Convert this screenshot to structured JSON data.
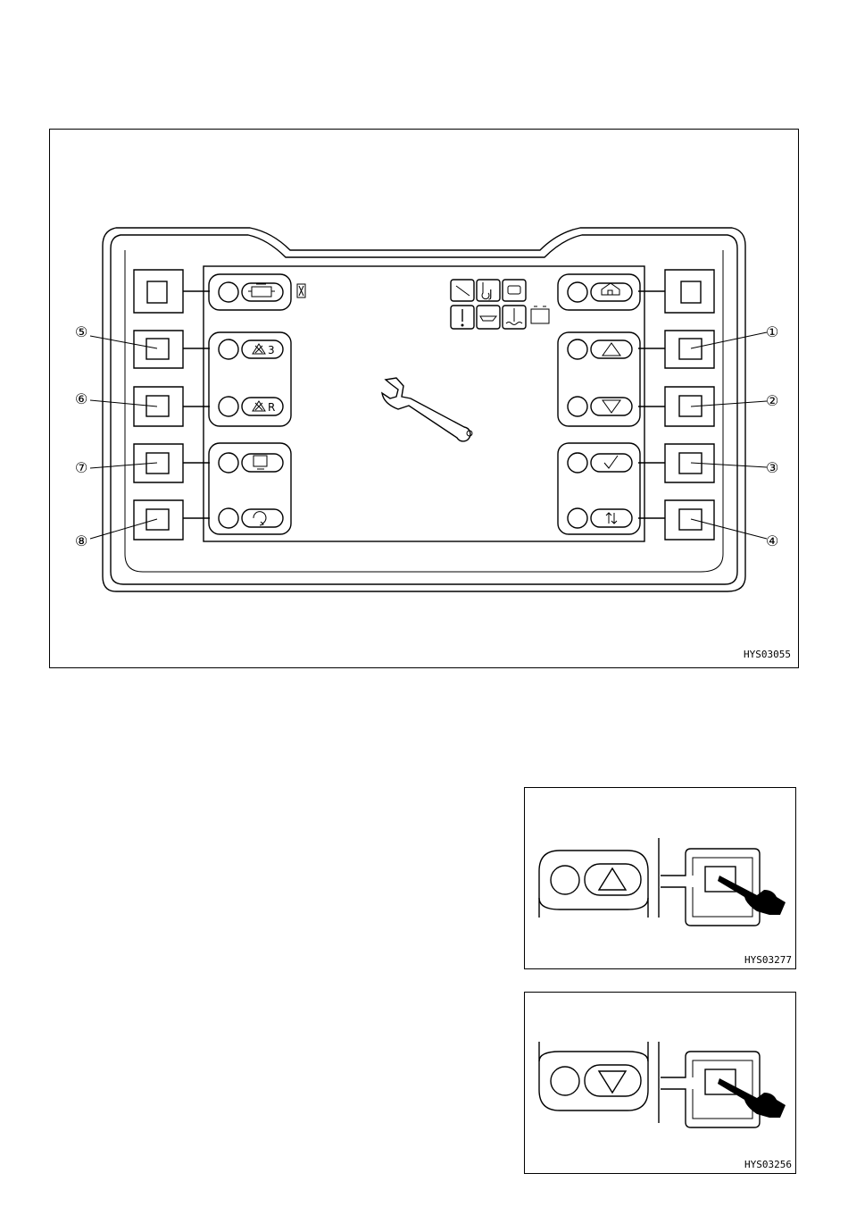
{
  "figures": {
    "main": {
      "code": "HYS03055"
    },
    "up_detail": {
      "code": "HYS03277"
    },
    "down_detail": {
      "code": "HYS03256"
    }
  },
  "callouts": [
    "①",
    "②",
    "③",
    "④",
    "⑤",
    "⑥",
    "⑦",
    "⑧"
  ],
  "panel": {
    "side_labels": {
      "left_top": "3",
      "left_mid": "R",
      "wrench_j": "J"
    },
    "icons": {
      "left_top": "engine-icon",
      "left_1": "aux-mode-3-icon",
      "left_2": "aux-mode-r-icon",
      "left_3": "monitor-icon",
      "left_4": "cycle-icon",
      "right_top": "home-icon",
      "right_1": "up-arrow-icon",
      "right_2": "down-arrow-icon",
      "right_3": "check-icon",
      "right_4": "switch-icon",
      "center": "wrench-icon",
      "status": [
        "wrench-status-icon",
        "hook-j-icon",
        "engine-check-icon",
        "warning-icon",
        "oil-icon",
        "coolant-icon",
        "battery-icon"
      ]
    }
  }
}
